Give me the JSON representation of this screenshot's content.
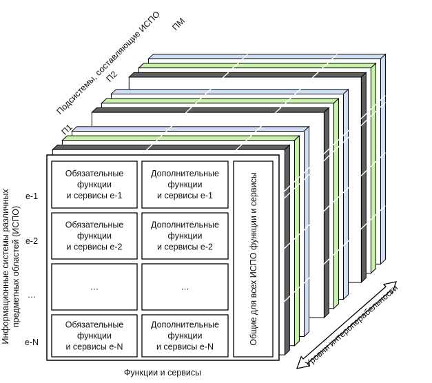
{
  "cells": [
    [
      "Обязательные|функции|и сервисы е-1",
      "Дополнительные|функции|и сервисы е-1"
    ],
    [
      "Обязательные|функции|и сервисы е-2",
      "Дополнительные|функции|и сервисы е-2"
    ],
    [
      "…",
      "…"
    ],
    [
      "Обязательные|функции|и сервисы е-N",
      "Дополнительные|функции|и сервисы е-N"
    ]
  ],
  "common_cell": "Общие для всех ИСПО функции и сервисы",
  "row_labels": [
    "е-1",
    "е-2",
    "…",
    "е-N"
  ],
  "left_axis_label": [
    "Информационные системы различных",
    "предметных областей (ИСПО)"
  ],
  "bottom_axis_label": "Функции и сервисы",
  "top_axis_label": "Подсистемы, составляющие ИСПО",
  "subsystem_labels": [
    "П1",
    "П2",
    "ПМ"
  ],
  "interop_label": "Уровни интероперабельности",
  "colors": {
    "gray": "#5e5e5e",
    "green": "#c8f6a6",
    "blue": "#cfe0f6",
    "outline": "#000000"
  }
}
